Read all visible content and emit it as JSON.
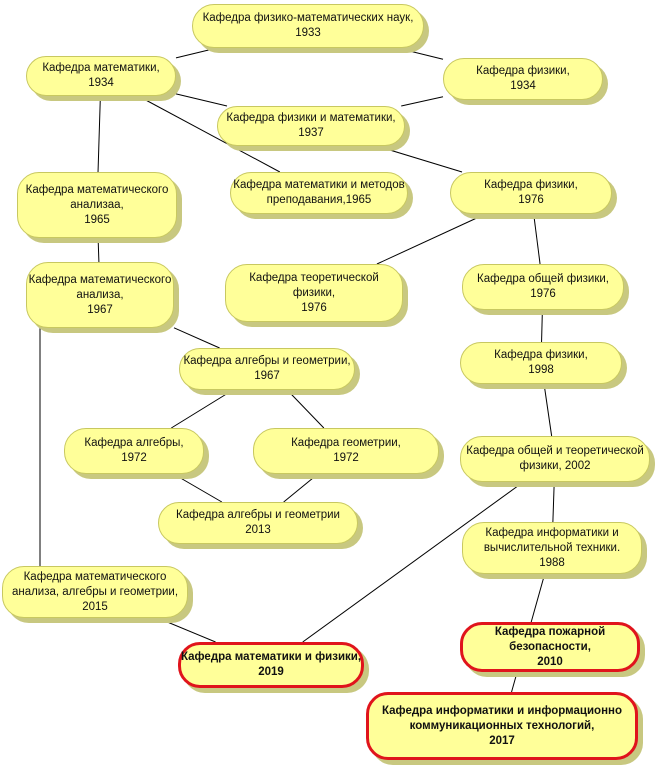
{
  "diagram": {
    "nodes": [
      {
        "id": "fizmat_1933",
        "lines": [
          "Кафедра физико-математических наук,",
          "1933"
        ],
        "highlight": false
      },
      {
        "id": "math_1934",
        "lines": [
          "Кафедра математики,",
          "1934"
        ],
        "highlight": false
      },
      {
        "id": "phys_1934",
        "lines": [
          "Кафедра физики,",
          "1934"
        ],
        "highlight": false
      },
      {
        "id": "physmath_1937",
        "lines": [
          "Кафедра  физики и математики,",
          "1937"
        ],
        "highlight": false
      },
      {
        "id": "matan_1965",
        "lines": [
          "Кафедра  математического",
          "анализаа,",
          "1965"
        ],
        "highlight": false
      },
      {
        "id": "metod_1965",
        "lines": [
          "Кафедра  математики и методов",
          "преподавания,1965"
        ],
        "highlight": false
      },
      {
        "id": "phys_1976",
        "lines": [
          "Кафедра физики,",
          "1976"
        ],
        "highlight": false
      },
      {
        "id": "matan_1967",
        "lines": [
          "Кафедра математического",
          "анализа,",
          "1967"
        ],
        "highlight": false
      },
      {
        "id": "theor_1976",
        "lines": [
          "Кафедра  теоретической",
          "физики,",
          "1976"
        ],
        "highlight": false
      },
      {
        "id": "general_1976",
        "lines": [
          "Кафедра  общей физики,",
          "1976"
        ],
        "highlight": false
      },
      {
        "id": "alggeom_1967",
        "lines": [
          "Кафедра  алгебры и геометрии,",
          "1967"
        ],
        "highlight": false
      },
      {
        "id": "phys_1998",
        "lines": [
          "Кафедра  физики,",
          "1998"
        ],
        "highlight": false
      },
      {
        "id": "alg_1972",
        "lines": [
          "Кафедра  алгебры,",
          "1972"
        ],
        "highlight": false
      },
      {
        "id": "geom_1972",
        "lines": [
          "Кафедра геометрии,",
          "1972"
        ],
        "highlight": false
      },
      {
        "id": "gentheor_2002",
        "lines": [
          "Кафедра  общей и теоретической",
          "физики, 2002"
        ],
        "highlight": false
      },
      {
        "id": "alggeom_2013",
        "lines": [
          "Кафедра  алгебры и геометрии",
          "2013"
        ],
        "highlight": false
      },
      {
        "id": "inf_1988",
        "lines": [
          "Кафедра  информатики и",
          "вычислительной техники.",
          "1988"
        ],
        "highlight": false
      },
      {
        "id": "matan_2015",
        "lines": [
          "Кафедра математического",
          "анализа, алгебры  и геометрии,",
          "2015"
        ],
        "highlight": false
      },
      {
        "id": "mathphys_2019",
        "lines": [
          "Кафедра математики и  физики,",
          "2019"
        ],
        "highlight": true
      },
      {
        "id": "fire_2010",
        "lines": [
          "Кафедра пожарной",
          "безопасности,",
          "2010"
        ],
        "highlight": true
      },
      {
        "id": "ict_2017",
        "lines": [
          "Кафедра информатики и информационно",
          "коммуникационных технологий,",
          "2017"
        ],
        "highlight": true
      }
    ],
    "edges": [
      [
        "fizmat_1933",
        "math_1934"
      ],
      [
        "fizmat_1933",
        "phys_1934"
      ],
      [
        "math_1934",
        "physmath_1937"
      ],
      [
        "phys_1934",
        "physmath_1937"
      ],
      [
        "math_1934",
        "matan_1965"
      ],
      [
        "math_1934",
        "metod_1965"
      ],
      [
        "physmath_1937",
        "phys_1976"
      ],
      [
        "matan_1965",
        "matan_1967"
      ],
      [
        "phys_1976",
        "theor_1976"
      ],
      [
        "phys_1976",
        "general_1976"
      ],
      [
        "matan_1967",
        "alggeom_1967"
      ],
      [
        "general_1976",
        "phys_1998"
      ],
      [
        "alggeom_1967",
        "alg_1972"
      ],
      [
        "alggeom_1967",
        "geom_1972"
      ],
      [
        "phys_1998",
        "gentheor_2002"
      ],
      [
        "alg_1972",
        "alggeom_2013"
      ],
      [
        "geom_1972",
        "alggeom_2013"
      ],
      [
        "gentheor_2002",
        "inf_1988"
      ],
      [
        "matan_1967",
        "matan_2015"
      ],
      [
        "matan_2015",
        "mathphys_2019"
      ],
      [
        "gentheor_2002",
        "mathphys_2019"
      ],
      [
        "inf_1988",
        "ict_2017"
      ]
    ]
  }
}
